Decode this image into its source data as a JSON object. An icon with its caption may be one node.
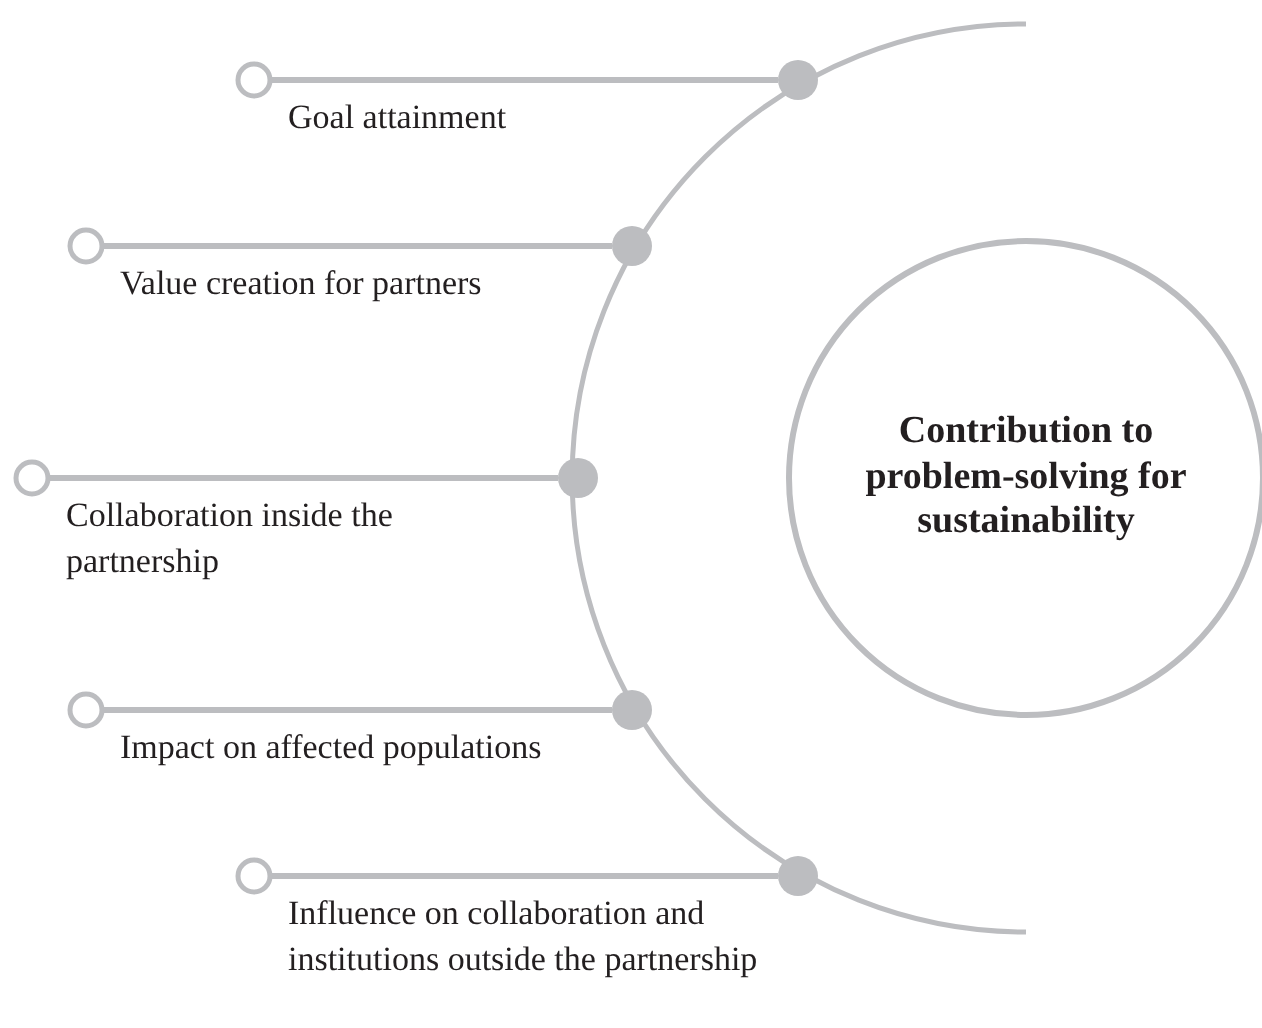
{
  "diagram": {
    "nodes": [
      {
        "text": [
          "Contribution to problem-solving for sustainability"
        ]
      },
      {
        "text": [
          "Goal attainment"
        ]
      },
      {
        "text": [
          "Value creation for partners"
        ]
      },
      {
        "text": [
          "Collaboration inside the partnership"
        ]
      },
      {
        "text": [
          "Impact on affected populations"
        ]
      },
      {
        "text": [
          "Influence on collaboration and institutions outside the partnership"
        ]
      },
      {
        "text": [],
        "shape": "circle"
      },
      {
        "text": [],
        "shape": "circle"
      },
      {
        "text": [],
        "shape": "circle"
      },
      {
        "text": [],
        "shape": "circle"
      },
      {
        "text": [],
        "shape": "circle"
      }
    ],
    "edges": [
      {
        "from": 1,
        "to": 6,
        "arrow": "other"
      },
      {
        "from": 2,
        "to": 7,
        "arrow": "other"
      },
      {
        "from": 3,
        "to": 8,
        "arrow": "other"
      },
      {
        "from": 4,
        "to": 9,
        "arrow": "other"
      },
      {
        "from": 5,
        "to": 10,
        "arrow": "other"
      }
    ]
  }
}
